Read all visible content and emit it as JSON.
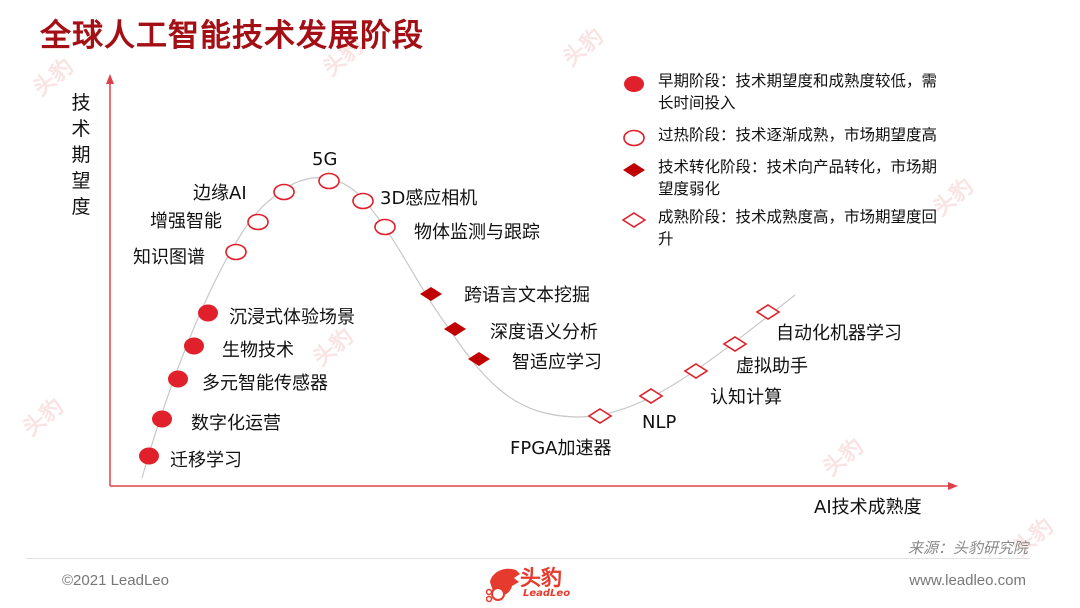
{
  "title": "全球人工智能技术发展阶段",
  "axes": {
    "y_label": "技术期望度",
    "y_label_chars": [
      "技",
      "术",
      "期",
      "望",
      "度"
    ],
    "x_label": "AI技术成熟度"
  },
  "legend": [
    {
      "marker": "filled-circle",
      "text": "早期阶段：技术期望度和成熟度较低，需长时间投入"
    },
    {
      "marker": "hollow-circle",
      "text": "过热阶段：技术逐渐成熟，市场期望度高"
    },
    {
      "marker": "filled-diamond",
      "text": "技术转化阶段：技术向产品转化，市场期望度弱化"
    },
    {
      "marker": "hollow-diamond",
      "text": "成熟阶段：技术成熟度高，市场期望度回升"
    }
  ],
  "stages": {
    "early": [
      "迁移学习",
      "数字化运营",
      "多元智能传感器",
      "生物技术",
      "沉浸式体验场景"
    ],
    "hype": [
      "知识图谱",
      "增强智能",
      "边缘AI",
      "5G",
      "3D感应相机",
      "物体监测与跟踪"
    ],
    "transition": [
      "跨语言文本挖掘",
      "深度语义分析",
      "智适应学习"
    ],
    "mature": [
      "FPGA加速器",
      "NLP",
      "认知计算",
      "虚拟助手",
      "自动化机器学习"
    ]
  },
  "colors": {
    "title": "#a30f14",
    "accent_red": "#e0202a",
    "dark_red": "#c00000",
    "axis": "#e0404a",
    "curve": "#c8c8c8"
  },
  "footer": {
    "source": "来源：头豹研究院",
    "copyright": "©2021 LeadLeo",
    "website": "www.leadleo.com",
    "logo_cn": "头豹",
    "logo_en": "LeadLeo"
  }
}
